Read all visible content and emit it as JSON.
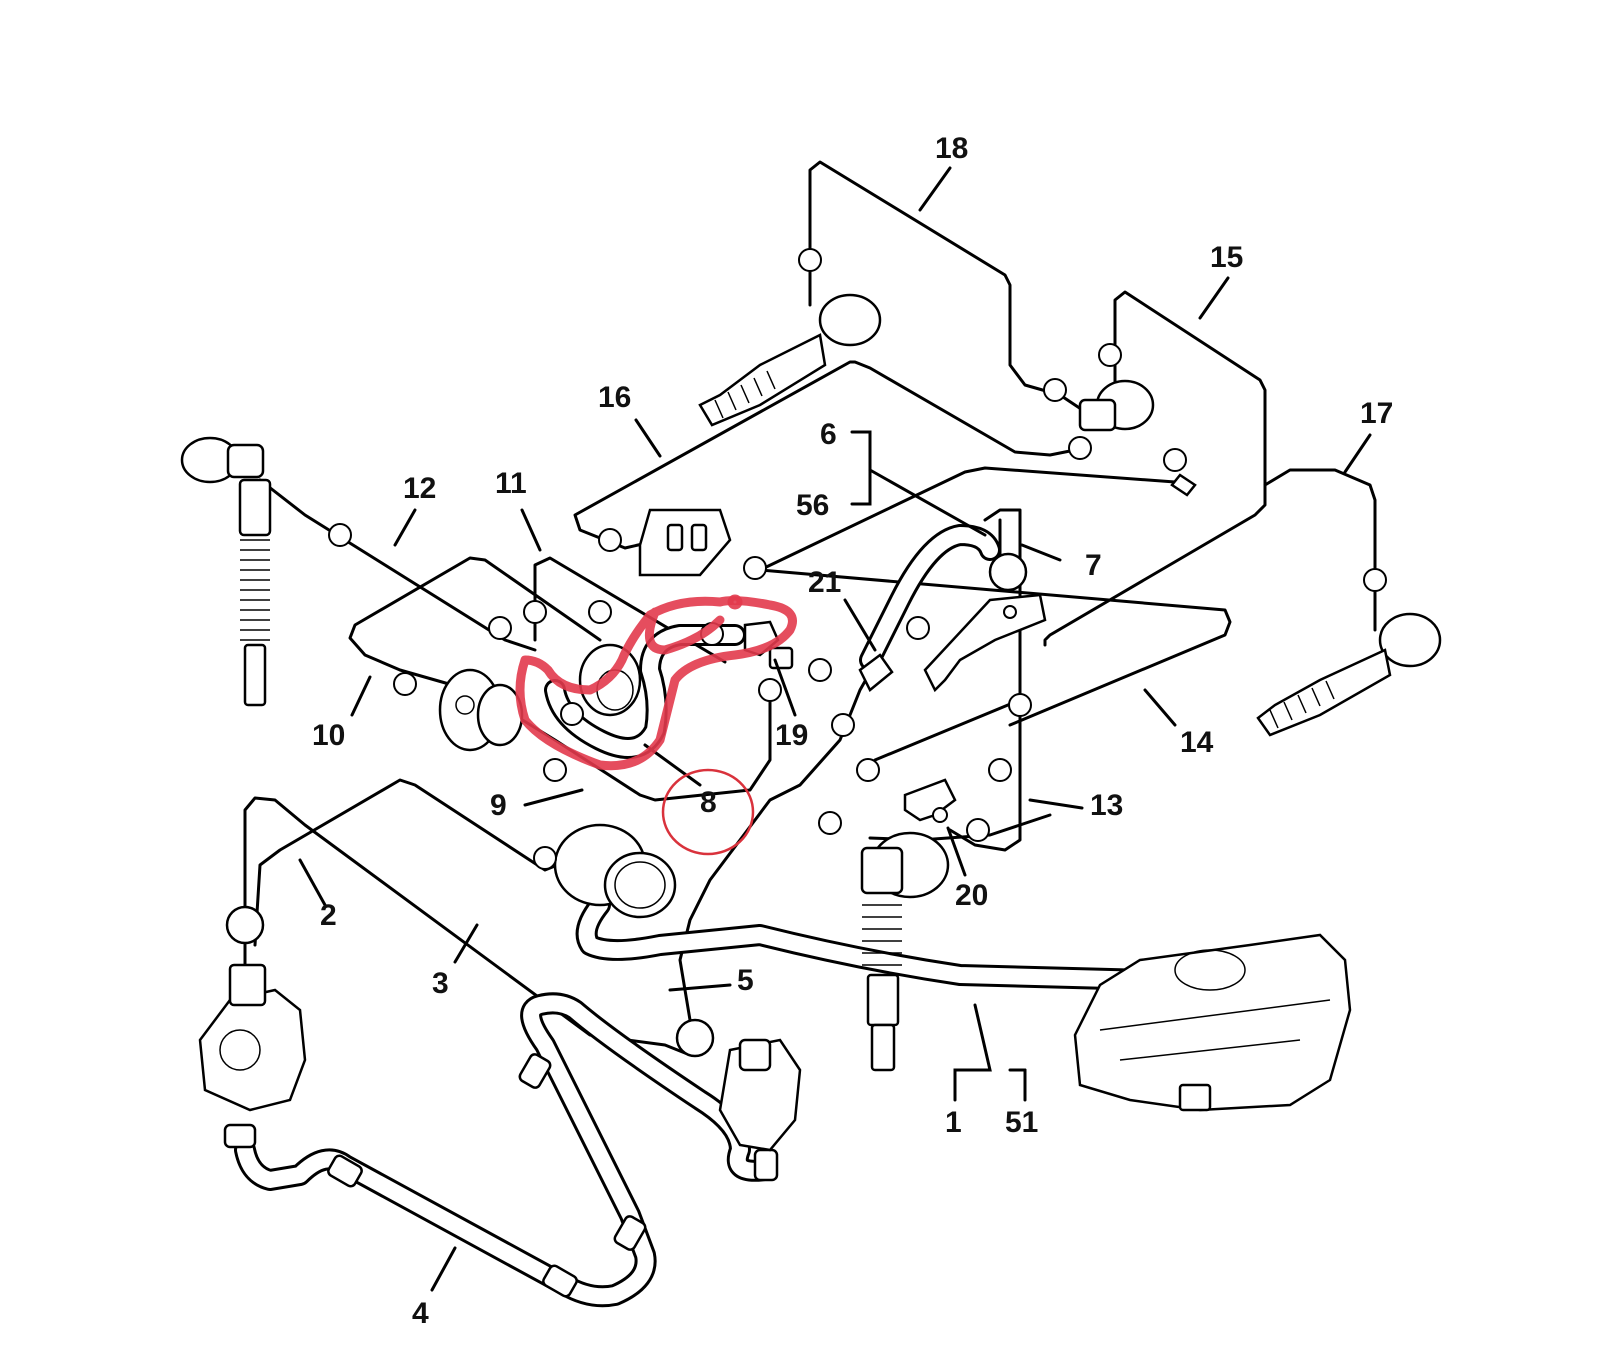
{
  "callouts": [
    {
      "id": "c18",
      "text": "18"
    },
    {
      "id": "c15",
      "text": "15"
    },
    {
      "id": "c17",
      "text": "17"
    },
    {
      "id": "c16",
      "text": "16"
    },
    {
      "id": "c6",
      "text": "6"
    },
    {
      "id": "c56",
      "text": "56"
    },
    {
      "id": "c12",
      "text": "12"
    },
    {
      "id": "c11",
      "text": "11"
    },
    {
      "id": "c7",
      "text": "7"
    },
    {
      "id": "c21",
      "text": "21"
    },
    {
      "id": "c10",
      "text": "10"
    },
    {
      "id": "c19",
      "text": "19"
    },
    {
      "id": "c14",
      "text": "14"
    },
    {
      "id": "c9",
      "text": "9"
    },
    {
      "id": "c8",
      "text": "8"
    },
    {
      "id": "c13",
      "text": "13"
    },
    {
      "id": "c2",
      "text": "2"
    },
    {
      "id": "c20",
      "text": "20"
    },
    {
      "id": "c3",
      "text": "3"
    },
    {
      "id": "c5",
      "text": "5"
    },
    {
      "id": "c1",
      "text": "1"
    },
    {
      "id": "c51",
      "text": "51"
    },
    {
      "id": "c4",
      "text": "4"
    }
  ],
  "annotation": {
    "highlight_color": "#e23a4c",
    "circled_callout": "8"
  }
}
